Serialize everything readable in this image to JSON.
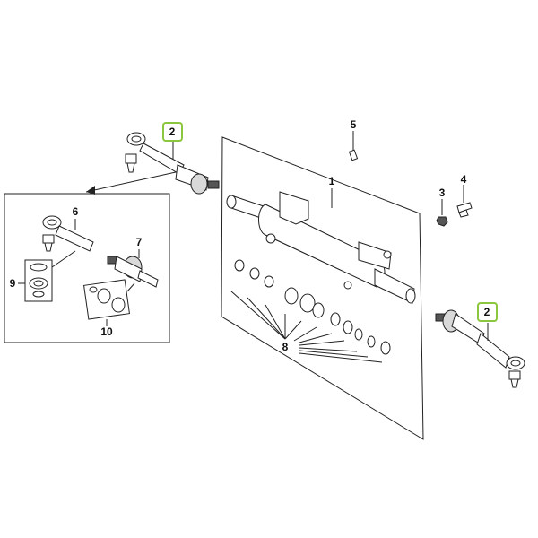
{
  "callouts": {
    "c1": "1",
    "c2a": "2",
    "c2b": "2",
    "c3": "3",
    "c4": "4",
    "c5": "5",
    "c6": "6",
    "c7": "7",
    "c8": "8",
    "c9": "9",
    "c10": "10"
  },
  "colors": {
    "highlight": "#8cc63f",
    "line": "#222222",
    "fill": "#ffffff"
  }
}
